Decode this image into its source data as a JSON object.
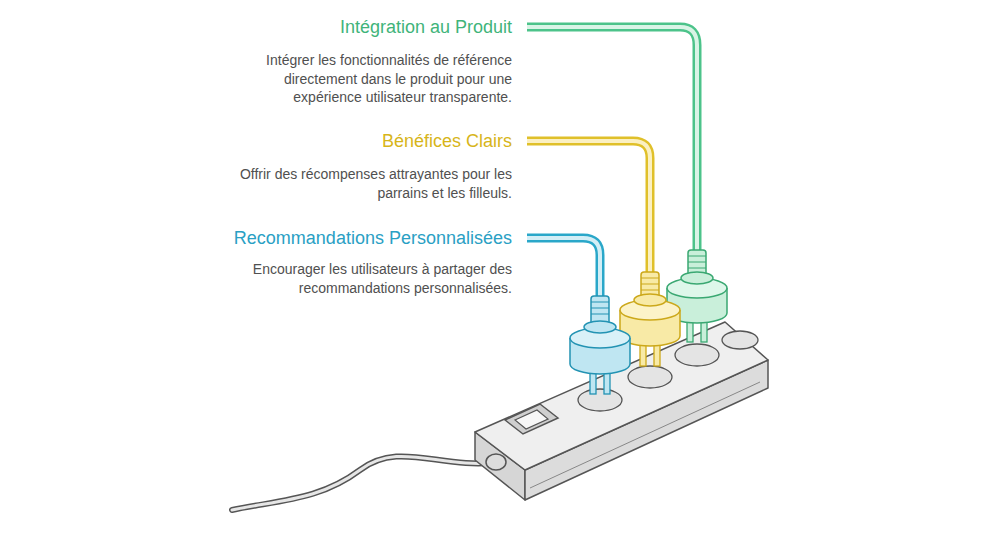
{
  "diagram": {
    "labels": [
      "Intégration au Produit",
      "Intégrer les fonctionnalités de référence directement dans le produit pour une expérience utilisateur transparente.",
      "Bénéfices Clairs",
      "Offrir des récompenses attrayantes pour les parrains et les filleuls.",
      "Recommandations Personnalisées",
      "Encourager les utilisateurs à partager des recommandations personnalisées."
    ]
  }
}
